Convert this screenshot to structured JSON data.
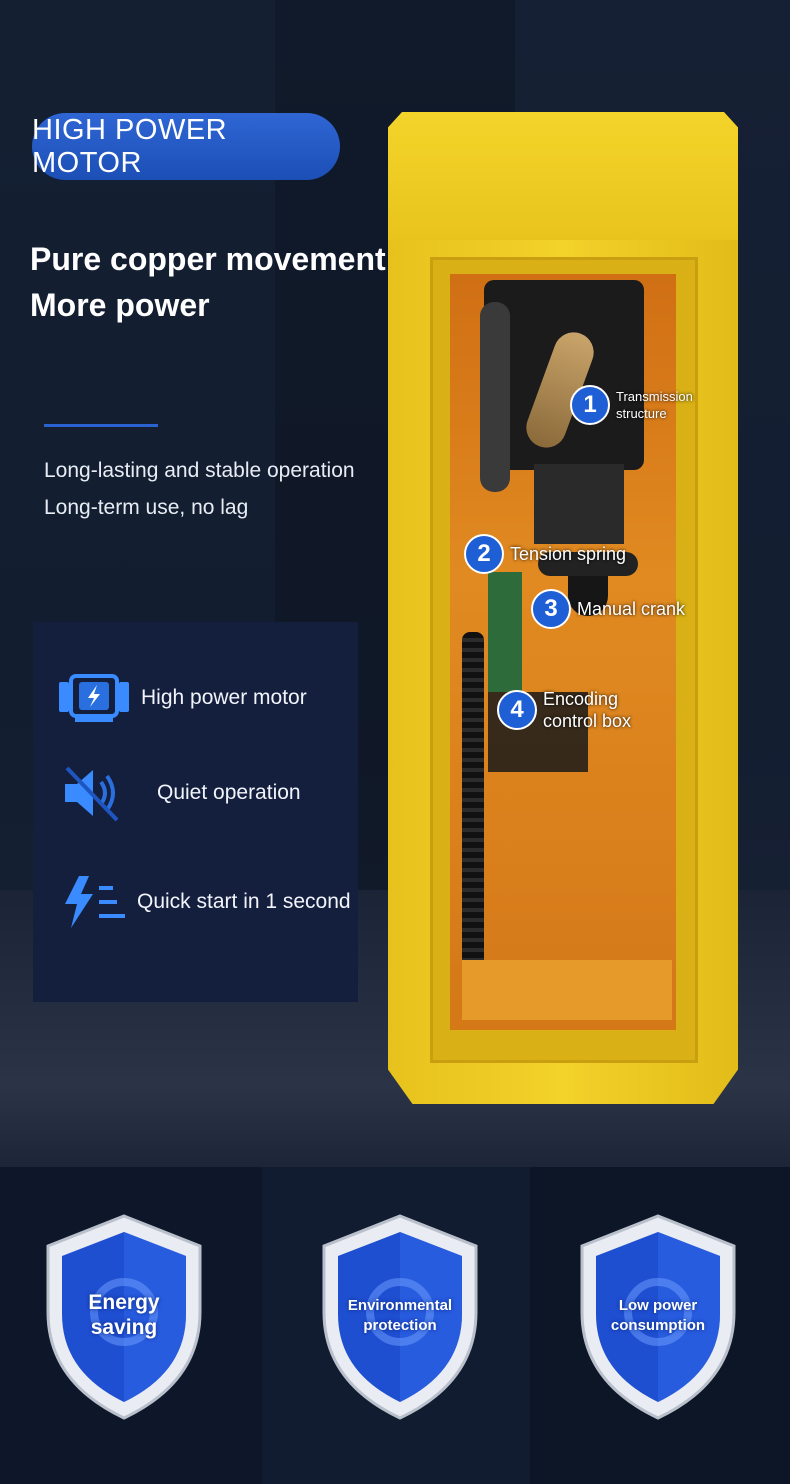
{
  "badge": {
    "label": "HIGH POWER MOTOR"
  },
  "headline": {
    "line1": "Pure copper movement",
    "line2": "More power"
  },
  "subtext": {
    "line1": "Long-lasting and stable operation",
    "line2": "Long-term use, no lag"
  },
  "features": [
    {
      "label": "High power motor",
      "icon": "motor-icon"
    },
    {
      "label": "Quiet operation",
      "icon": "mute-icon"
    },
    {
      "label": "Quick start in 1 second",
      "icon": "lightning-icon"
    }
  ],
  "callouts": [
    {
      "num": "1",
      "label": "Transmission structure"
    },
    {
      "num": "2",
      "label": "Tension spring"
    },
    {
      "num": "3",
      "label": "Manual crank"
    },
    {
      "num": "4",
      "label": "Encoding control box"
    }
  ],
  "shields": [
    {
      "line1": "Energy",
      "line2": "saving"
    },
    {
      "line1": "Environmental",
      "line2": "protection"
    },
    {
      "line1": "Low power",
      "line2": "consumption"
    }
  ],
  "colors": {
    "accent": "#2a62cf",
    "cabinet": "#f0cd25",
    "panel": "#141f3e"
  }
}
